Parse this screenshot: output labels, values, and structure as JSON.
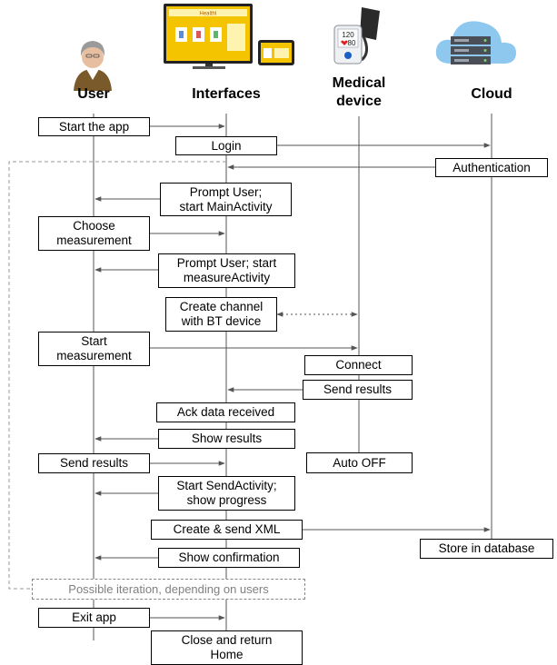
{
  "actors": [
    {
      "id": "user",
      "label": "User",
      "icon": "user-avatar-icon"
    },
    {
      "id": "interfaces",
      "label": "Interfaces",
      "icon": "app-screens-icon"
    },
    {
      "id": "device",
      "label": "Medical\ndevice",
      "icon": "blood-pressure-monitor-icon"
    },
    {
      "id": "cloud",
      "label": "Cloud",
      "icon": "cloud-server-icon"
    }
  ],
  "app_screen": {
    "title": "HealthI"
  },
  "device_display": {
    "top": "120",
    "bottom": "80"
  },
  "steps": [
    {
      "id": "start-app",
      "label": "Start the app"
    },
    {
      "id": "login",
      "label": "Login"
    },
    {
      "id": "authentication",
      "label": "Authentication"
    },
    {
      "id": "prompt-main",
      "label": "Prompt User;\nstart MainActivity"
    },
    {
      "id": "choose-measurement",
      "label": "Choose\nmeasurement"
    },
    {
      "id": "prompt-measure",
      "label": "Prompt User; start\nmeasureActivity"
    },
    {
      "id": "create-channel",
      "label": "Create channel\nwith BT device"
    },
    {
      "id": "start-measurement",
      "label": "Start\nmeasurement"
    },
    {
      "id": "connect",
      "label": "Connect"
    },
    {
      "id": "send-results-device",
      "label": "Send results"
    },
    {
      "id": "ack-data",
      "label": "Ack data received"
    },
    {
      "id": "show-results",
      "label": "Show results"
    },
    {
      "id": "send-results-user",
      "label": "Send results"
    },
    {
      "id": "auto-off",
      "label": "Auto OFF"
    },
    {
      "id": "start-send",
      "label": "Start SendActivity;\nshow progress"
    },
    {
      "id": "create-send-xml",
      "label": "Create & send XML"
    },
    {
      "id": "store-db",
      "label": "Store in database"
    },
    {
      "id": "show-confirmation",
      "label": "Show confirmation"
    },
    {
      "id": "iteration",
      "label": "Possible iteration, depending on users"
    },
    {
      "id": "exit-app",
      "label": "Exit app"
    },
    {
      "id": "close-return",
      "label": "Close and return\nHome"
    }
  ],
  "colors": {
    "line": "#555555",
    "dashed": "#999999",
    "app_screen": "#f5c400",
    "cloud": "#8ec8ee",
    "server": "#4a4f57"
  }
}
